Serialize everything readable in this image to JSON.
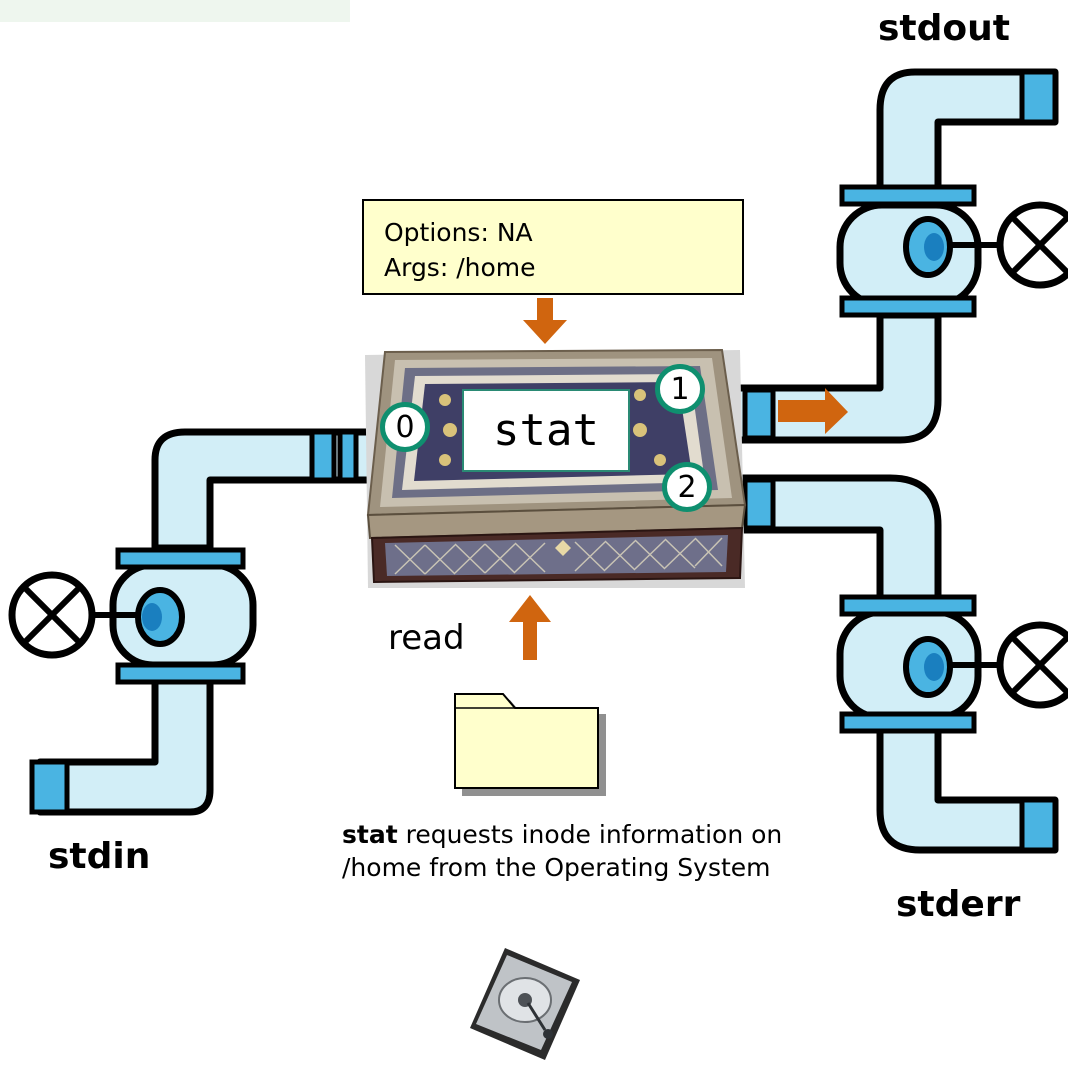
{
  "top_banner": {
    "text": ""
  },
  "streams": {
    "stdin": "stdin",
    "stdout": "stdout",
    "stderr": "stderr"
  },
  "options_box": {
    "line1": "Options: NA",
    "line2": "Args: /home"
  },
  "command": {
    "name": "stat"
  },
  "file_descriptors": [
    "0",
    "1",
    "2"
  ],
  "read_label": "read",
  "description": {
    "bold": "stat",
    "rest": " requests inode information on /home from the Operating System"
  },
  "icons": [
    "valve-icon",
    "folder-icon",
    "hard-drive-icon",
    "arrow-icon",
    "command-box"
  ],
  "colors": {
    "pipe": "#d2eef7",
    "pipe_band": "#4ab4e2",
    "arrow": "#d0650f",
    "note": "#ffffcc",
    "fd_ring": "#0f8f6f"
  }
}
